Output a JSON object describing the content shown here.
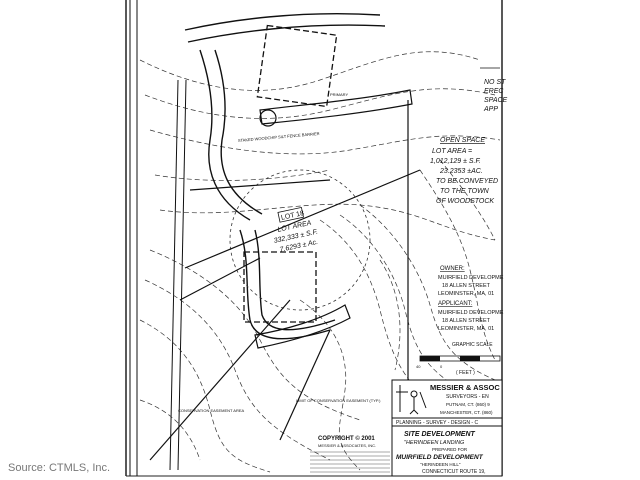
{
  "lot": {
    "number": "LOT 18",
    "area_line1": "LOT AREA",
    "area_line2": "332,333 ± S.F.",
    "area_line3": "7.6293 ± Ac."
  },
  "open_space": {
    "title": "OPEN SPACE",
    "lines": [
      "LOT AREA =",
      "1,012,129 ± S.F.",
      "23.2353 ±AC.",
      "TO BE CONVEYED",
      "TO THE TOWN",
      "OF WOODSTOCK"
    ]
  },
  "owner": {
    "label": "OWNER:",
    "lines": [
      "MUIRFIELD DEVELOPME",
      "18 ALLEN STREET",
      "LEOMINSTER, MA, 01"
    ]
  },
  "applicant": {
    "label": "APPLICANT:",
    "lines": [
      "MUIRFIELD DEVELOPME",
      "18 ALLEN STREET",
      "LEOMINSTER, MA, 01"
    ]
  },
  "scale": {
    "label": "GRAPHIC SCALE",
    "unit": "( FEET )",
    "zero": "40",
    "mark": "0"
  },
  "note_top_right": [
    "NO ST",
    "EREC",
    "SPACE",
    "APP"
  ],
  "firm": {
    "name": "MESSIER & ASSOC",
    "services": "SURVEYORS - EN",
    "address1": "PUTNAM, CT. (860) 9",
    "address2": "MANCHESTER, CT. (860)",
    "bar": "PLANNING - SURVEY - DESIGN - C"
  },
  "copyright": {
    "line1": "COPYRIGHT © 2001",
    "line2": "MESSIER & ASSOCIATES, INC."
  },
  "title_block": {
    "title": "SITE DEVELOPMENT",
    "project": "\"HERINDEEN LANDING",
    "prepared": "PREPARED FOR",
    "client": "MUIRFIELD DEVELOPMENT",
    "hill": "\"HERINDEEN HILL\"",
    "route": "CONNECTICUT ROUTE 19,"
  },
  "annotations": {
    "conservation": "CONSERVATION EASEMENT AREA",
    "limit": "LIMIT OF CONSERVATION EASEMENT (TYP.)",
    "staked": "STAKED WOODCHIP SILT FENCE BARRIER",
    "primary": "PRIMARY"
  },
  "watermark": "Source: CTMLS, Inc."
}
